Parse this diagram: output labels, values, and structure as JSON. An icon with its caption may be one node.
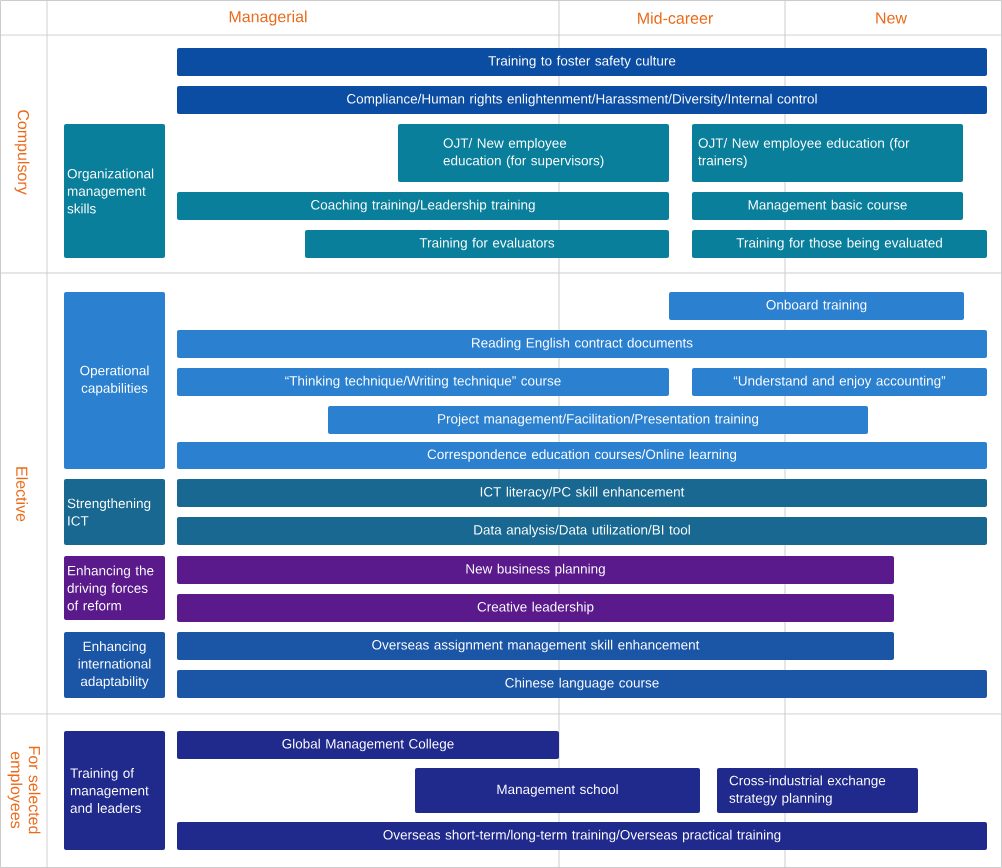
{
  "diagram": {
    "nodes": [
      {
        "text": [
          "Training to foster safety culture"
        ]
      },
      {
        "text": [
          "Compliance/Human rights enlightenment/Harassment/Diversity/Internal control"
        ]
      },
      {
        "text": [
          "Organizational management skills"
        ]
      },
      {
        "text": [
          "OJT/ New employee education (for supervisors)"
        ]
      },
      {
        "text": [
          "OJT/ New employee education (for trainers)"
        ]
      },
      {
        "text": [
          "Coaching training/Leadership training"
        ]
      },
      {
        "text": [
          "Management basic course"
        ]
      },
      {
        "text": [
          "Training for evaluators"
        ]
      },
      {
        "text": [
          "Training for those being evaluated"
        ]
      },
      {
        "text": [
          "Operational capabilities"
        ]
      },
      {
        "text": [
          "Onboard training"
        ]
      },
      {
        "text": [
          "Reading English contract documents"
        ]
      },
      {
        "text": [
          "“Thinking technique/Writing technique” course"
        ]
      },
      {
        "text": [
          "“Understand and enjoy accounting”"
        ]
      },
      {
        "text": [
          "Project management/Facilitation/Presentation training"
        ]
      },
      {
        "text": [
          "Correspondence education courses/Online learning"
        ]
      },
      {
        "text": [
          "Strengthening ICT"
        ]
      },
      {
        "text": [
          "ICT literacy/PC skill enhancement"
        ]
      },
      {
        "text": [
          "Data analysis/Data utilization/BI tool"
        ]
      },
      {
        "text": [
          "Enhancing the driving forces of reform"
        ]
      },
      {
        "text": [
          "New business planning"
        ]
      },
      {
        "text": [
          "Creative leadership"
        ]
      },
      {
        "text": [
          "Enhancing international adaptability"
        ]
      },
      {
        "text": [
          "Overseas assignment management skill enhancement"
        ]
      },
      {
        "text": [
          "Chinese language course"
        ]
      },
      {
        "text": [
          "Training of management and leaders"
        ]
      },
      {
        "text": [
          "Global Management College"
        ]
      },
      {
        "text": [
          "Management school"
        ]
      },
      {
        "text": [
          "Cross-industrial exchange strategy planning"
        ]
      },
      {
        "text": [
          "Overseas short-term/long-term training/Overseas practical training"
        ]
      }
    ],
    "labels": [
      "Managerial",
      "Mid-career",
      "New",
      "Compulsory",
      "Elective",
      "For selected employees"
    ]
  }
}
